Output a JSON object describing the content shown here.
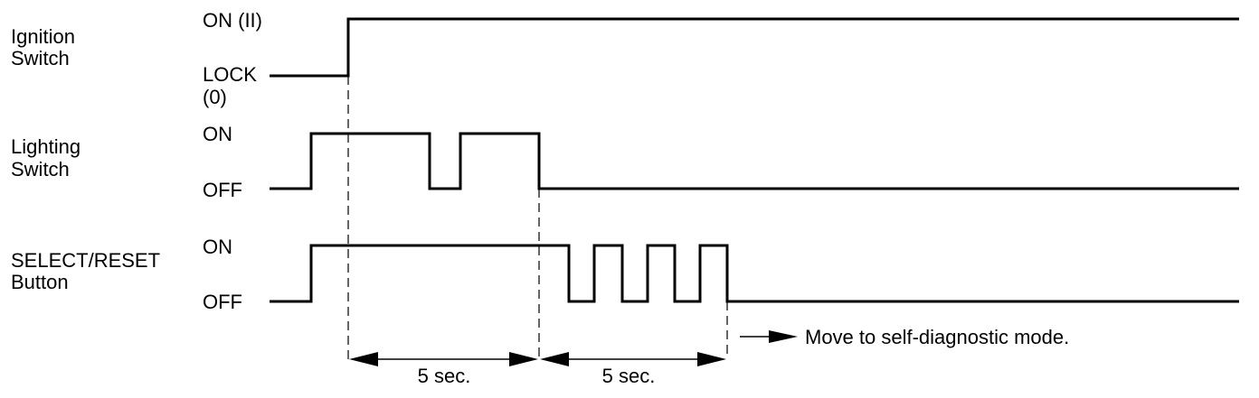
{
  "signals": [
    {
      "id": "ignition",
      "name_lines": [
        "Ignition",
        "Switch"
      ],
      "high_label": "ON (II)",
      "low_label_lines": [
        "LOCK",
        "(0)"
      ]
    },
    {
      "id": "lighting",
      "name_lines": [
        "Lighting",
        "Switch"
      ],
      "high_label": "ON",
      "low_label_lines": [
        "OFF"
      ]
    },
    {
      "id": "select_reset",
      "name_lines": [
        "SELECT/RESET",
        "Button"
      ],
      "high_label": "ON",
      "low_label_lines": [
        "OFF"
      ]
    }
  ],
  "intervals": [
    {
      "label": "5 sec."
    },
    {
      "label": "5 sec."
    }
  ],
  "result_note": "Move to self-diagnostic mode."
}
